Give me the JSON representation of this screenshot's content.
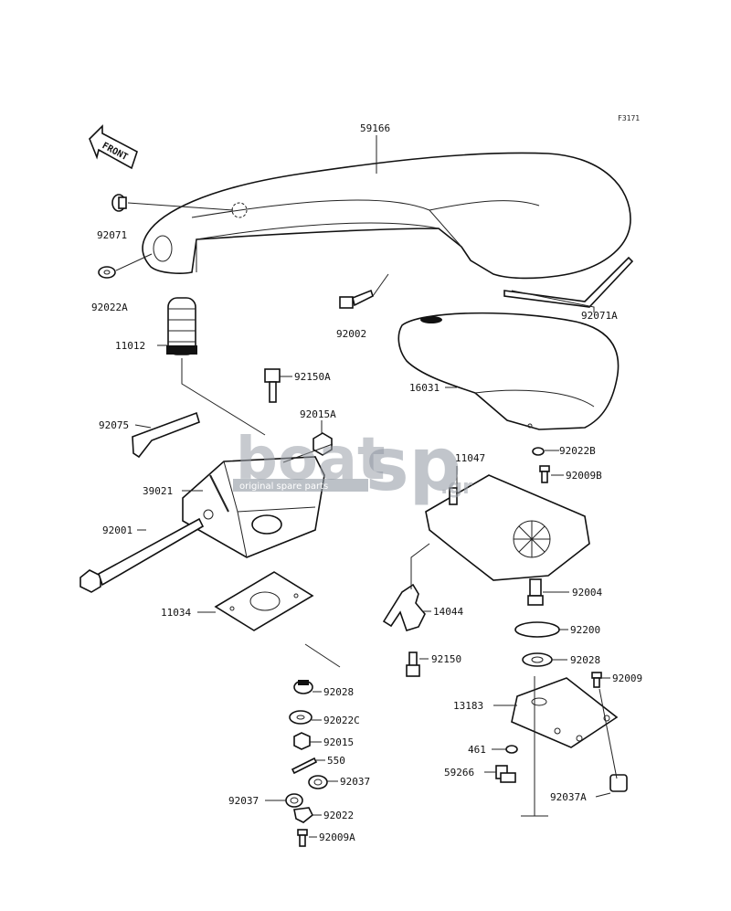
{
  "figure_ref": "F3171",
  "front_label": "FRONT",
  "watermark": {
    "left": "boat",
    "right": "sp",
    "tld": ".gr",
    "tagline": "original spare parts"
  },
  "labels": {
    "p59166": "59166",
    "p92071": "92071",
    "p92022A": "92022A",
    "p92002": "92002",
    "p92071A": "92071A",
    "p11012": "11012",
    "p92150A": "92150A",
    "p92015A": "92015A",
    "p16031": "16031",
    "p92075": "92075",
    "p92022B": "92022B",
    "p11047": "11047",
    "p92009B": "92009B",
    "p39021": "39021",
    "p92001": "92001",
    "p92004": "92004",
    "p11034": "11034",
    "p14044": "14044",
    "p92200": "92200",
    "p92150": "92150",
    "p92028b": "92028",
    "p92009": "92009",
    "p92028": "92028",
    "p13183": "13183",
    "p92022C": "92022C",
    "p92015": "92015",
    "p461": "461",
    "p550": "550",
    "p59266": "59266",
    "p92037": "92037",
    "p92037b": "92037",
    "p92037A": "92037A",
    "p92022": "92022",
    "p92009A": "92009A"
  }
}
